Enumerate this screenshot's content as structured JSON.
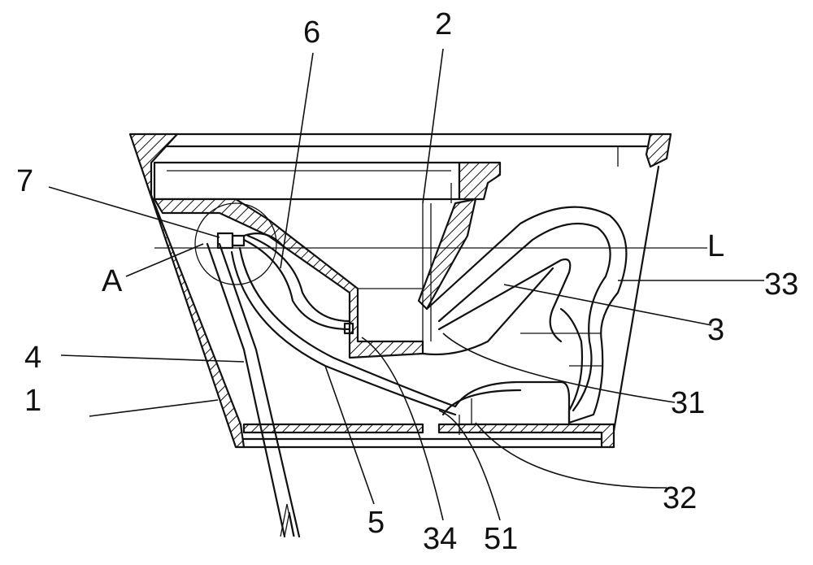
{
  "figure": {
    "labels": {
      "l6": "6",
      "l2": "2",
      "l7": "7",
      "lA": "A",
      "l4": "4",
      "l1": "1",
      "lL": "L",
      "l33": "33",
      "l3": "3",
      "l31": "31",
      "l32": "32",
      "l5": "5",
      "l34": "34",
      "l51": "51"
    }
  }
}
